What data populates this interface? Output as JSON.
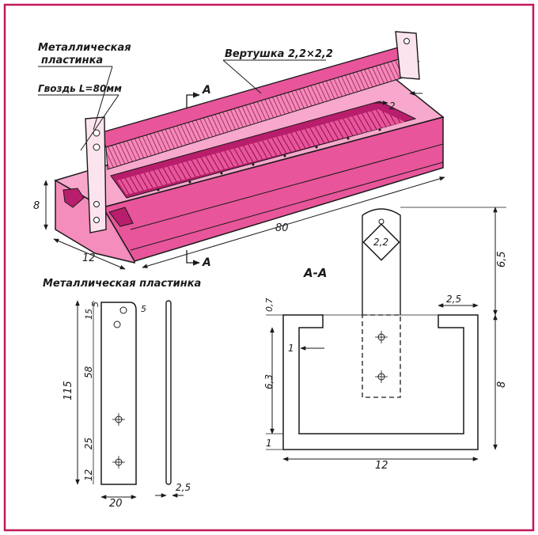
{
  "colors": {
    "frame": "#c2185b",
    "wood_light": "#f7a8cc",
    "wood_mid": "#e8559a",
    "wood_dark": "#b81e6b",
    "paper": "#ffffff",
    "ink": "#1a1a1a"
  },
  "labels": {
    "metal_plate_top_line1": "Металлическая",
    "metal_plate_top_line2": "пластинка",
    "nail": "Гвоздь L=80мм",
    "spinner": "Вертушка 2,2×2,2",
    "section_mark_top": "A",
    "section_mark_bottom": "A",
    "metal_plate_detail": "Металлическая пластинка",
    "section_title": "A-A"
  },
  "dims_iso": {
    "height": "8",
    "width": "12",
    "length": "80",
    "spinner_gap": "2"
  },
  "dims_plate": {
    "total": "115",
    "d15": "15",
    "d5a": "5",
    "d58": "58",
    "d25": "25",
    "d12": "12",
    "width": "20",
    "hole": "5",
    "thickness": "2,5"
  },
  "dims_section": {
    "d07": "0,7",
    "d1_side": "1",
    "d63": "6,3",
    "d1_bottom": "1",
    "width": "12",
    "height": "8",
    "top": "6,5",
    "ledge": "2,5",
    "spinner": "2,2"
  },
  "icons": [
    "nail-icon",
    "screw-icon",
    "hole-icon"
  ]
}
